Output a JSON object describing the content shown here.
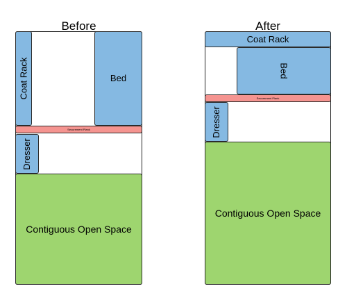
{
  "before": {
    "title": "Before",
    "coat_rack": "Coat Rack",
    "bed": "Bed",
    "plank": "Securement Plank",
    "dresser": "Dresser",
    "open_space": "Contiguous Open Space"
  },
  "after": {
    "title": "After",
    "coat_rack": "Coat Rack",
    "bed": "Bed",
    "plank": "Securement Plank",
    "dresser": "Dresser",
    "open_space": "Contiguous Open Space"
  },
  "colors": {
    "furniture": "#85b9e2",
    "open_space": "#9ed56f",
    "plank": "#f59490",
    "border": "#222222"
  }
}
